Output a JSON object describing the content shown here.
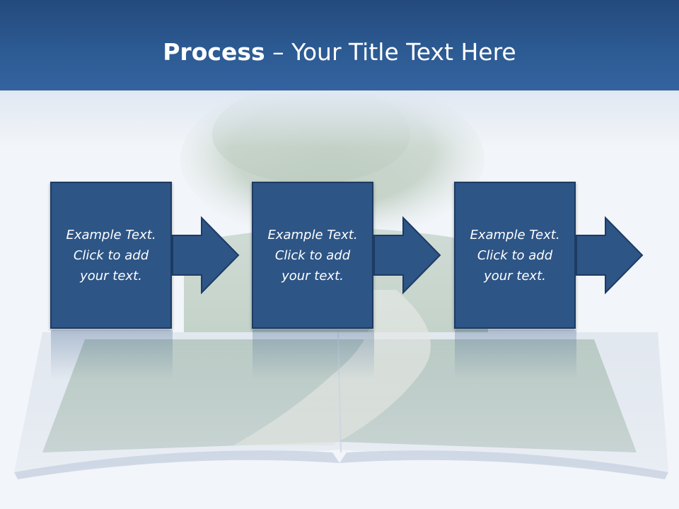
{
  "slide": {
    "title_bold": "Process",
    "title_rest": " – Your Title Text Here"
  },
  "steps": [
    {
      "line1": "Example Text.",
      "line2": "Click  to add",
      "line3": "your text."
    },
    {
      "line1": "Example Text.",
      "line2": "Click  to add",
      "line3": "your text."
    },
    {
      "line1": "Example Text.",
      "line2": "Click  to add",
      "line3": "your text."
    }
  ],
  "colors": {
    "header": "#2c5a92",
    "box_fill": "#2d5586",
    "box_border": "#1d3b63",
    "text": "#ffffff"
  }
}
